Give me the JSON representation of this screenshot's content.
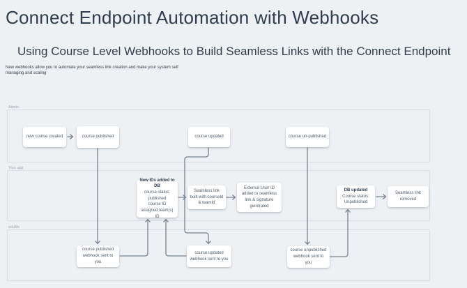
{
  "header": {
    "title": "Connect Endpoint Automation with Webhooks",
    "subtitle": "Using Course Level Webhooks to Build Seamless Links with the Connect Endpoint",
    "description_line1": "New webhooks allow you to automate your seamless link creation and make your system self",
    "description_line2": "managing and scaling"
  },
  "diagram": {
    "lanes": [
      {
        "label": "Admin"
      },
      {
        "label": "Your app"
      },
      {
        "label": "eduMe"
      }
    ],
    "nodes": {
      "new_course_created": {
        "label": "new course created"
      },
      "course_published": {
        "label": "course published"
      },
      "course_updated": {
        "label": "course updated"
      },
      "course_unpublished": {
        "label": "course un-published"
      },
      "new_ids_added_to_db": {
        "title": "New IDs added to DB",
        "lines": [
          "course status:",
          "published",
          "course ID",
          "assigned team(s) ID"
        ]
      },
      "seamless_link_built": {
        "label": "Seamless link built with courseId & teamId"
      },
      "external_user_id": {
        "label": "External User ID added to seamless link & signature generated"
      },
      "db_updated": {
        "title": "DB updated",
        "lines": [
          "Course status:",
          "Unpublished"
        ]
      },
      "seamless_link_removed": {
        "label": "Seamless link removed"
      },
      "course_published_webhook": {
        "label": "course published webhook sent to you"
      },
      "course_updated_webhook": {
        "label": "course updated webhook sent to you"
      },
      "course_unpublished_webhook": {
        "label": "course unpublished webhook sent to you"
      }
    },
    "colors": {
      "background": "#eef1f4",
      "heading_text": "#2e3d4f",
      "node_background": "#ffffff",
      "node_text": "#4b5a66",
      "connector": "#75828e",
      "lane_border": "#d7dde2",
      "lane_label_text": "#95a1ab"
    }
  }
}
